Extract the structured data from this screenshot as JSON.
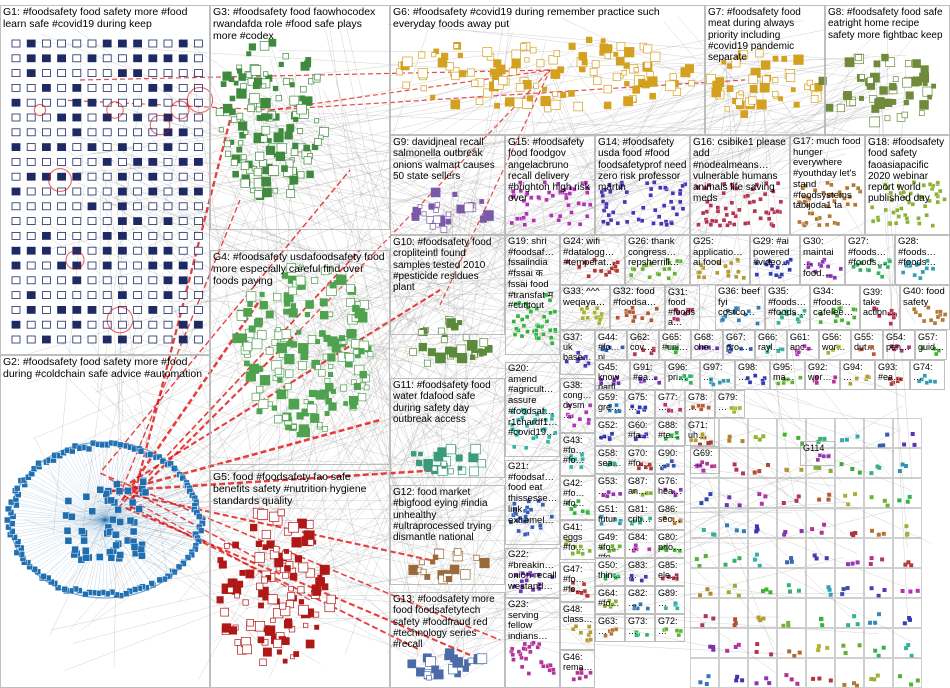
{
  "groups": [
    {
      "id": "G1",
      "label": "G1: #foodsafety food safety more #food learn safe #covid19 during keep"
    },
    {
      "id": "G2",
      "label": "G2: #foodsafety food safety more #food during #coldchain safe advice #automation"
    },
    {
      "id": "G3",
      "label": "G3: #foodsafety food faowhocodex rwandafda role #food safe plays more #codex"
    },
    {
      "id": "G4",
      "label": "G4: #foodsafety usdafoodsafety food more especially careful find over foods paying"
    },
    {
      "id": "G5",
      "label": "G5: food #foodsafety fao safe benefits safety #nutrition hygiene standards quality"
    },
    {
      "id": "G6",
      "label": "G6: #foodsafety #covid19 during remember practice such everyday foods away put"
    },
    {
      "id": "G7",
      "label": "G7: #foodsafety food meat during always priority including #covid19 pandemic separate"
    },
    {
      "id": "G8",
      "label": "G8: #foodsafety food safe eatright home recipe safety more fightbac keep"
    },
    {
      "id": "G9",
      "label": "G9: davidjneal recall salmonella outbreak onions walmart causes 50 state sellers"
    },
    {
      "id": "G10",
      "label": "G10: #foodsafety food cropliteintl found samples tested 2010 #pesticide residues plant"
    },
    {
      "id": "G11",
      "label": "G11: #foodsafety food water fdafood safe during safety day outbreak access"
    },
    {
      "id": "G12",
      "label": "G12: food market #bigfood eying #india unhealthy #ultraprocessed trying dismantle national"
    },
    {
      "id": "G13",
      "label": "G13: #foodsafety more food foodsafetytech safety #foodfraud red #technology series #recall"
    },
    {
      "id": "G14",
      "label": "G14: #foodsafety usda food #food foodsafetyprof need zero risk professor martin"
    },
    {
      "id": "G15",
      "label": "G15: #foodsafety food foodgov angelacbruno recall delivery #brighton high risk over"
    },
    {
      "id": "G16",
      "label": "G16: csibike1 please add #nodealmeans… vulnerable humans animals life saving meds"
    },
    {
      "id": "G17",
      "label": "G17: much food hunger everywhere #youthday let's stand #foodsystems tabijoda1 ta"
    },
    {
      "id": "G18",
      "label": "G18: #foodsafety food safety faoasiapacific 2020 webinar report world published day"
    },
    {
      "id": "G19",
      "label": "G19: shri #foodsaf… fssaiindia #fssai क fssai food #transfat म #cutitout"
    },
    {
      "id": "G20",
      "label": "G20: amend #agricult… assure #foodsaf… r1chardf1… #covid19…"
    },
    {
      "id": "G21",
      "label": "G21: #foodsaf… food eat thissesse… link extremel…"
    },
    {
      "id": "G22",
      "label": "G22: #breakin… onion recall westand…"
    },
    {
      "id": "G23",
      "label": "G23: serving fellow indians…"
    },
    {
      "id": "G24",
      "label": "G24: wifi #datalogg… #temperat…"
    },
    {
      "id": "G25",
      "label": "G25: applicatio… ai food"
    },
    {
      "id": "G26",
      "label": "G26: thank congress… repsherrill…"
    },
    {
      "id": "G27",
      "label": "G27: #foods… #foods…"
    },
    {
      "id": "G28",
      "label": "G28: #foods… #foods…"
    },
    {
      "id": "G29",
      "label": "G29: #ai powered #video…"
    },
    {
      "id": "G30",
      "label": "G30: maintai… food…"
    },
    {
      "id": "G31",
      "label": "G31: food #foodsa…"
    },
    {
      "id": "G32",
      "label": "G32: food #foodsa…"
    },
    {
      "id": "G33",
      "label": "G33: ^^^ weqaya…"
    },
    {
      "id": "G34",
      "label": "G34: #foods… cafelee…"
    },
    {
      "id": "G35",
      "label": "G35: #foods… #foods…"
    },
    {
      "id": "G36",
      "label": "G36: beef fyi costco…"
    },
    {
      "id": "G37",
      "label": "G37: uk base…"
    },
    {
      "id": "G38",
      "label": "G38: cong… dysm…"
    },
    {
      "id": "G39",
      "label": "G39: take action…"
    },
    {
      "id": "G40",
      "label": "G40: food safety"
    },
    {
      "id": "G41",
      "label": "G41: eggs #fo…"
    },
    {
      "id": "G42",
      "label": "G42: #fo… #fo…"
    },
    {
      "id": "G43",
      "label": "G43: #fo… #fo…"
    },
    {
      "id": "G44",
      "label": "G44: #fo… pi…"
    },
    {
      "id": "G45",
      "label": "G45: know parti…"
    },
    {
      "id": "G46",
      "label": "G46: rema…"
    },
    {
      "id": "G47",
      "label": "G47: #fo… #fo…"
    },
    {
      "id": "G48",
      "label": "G48: class…"
    },
    {
      "id": "G49",
      "label": "G49: #fo… #fo…"
    },
    {
      "id": "G50",
      "label": "G50: thin…"
    },
    {
      "id": "G51",
      "label": "G51: futur…"
    },
    {
      "id": "G52",
      "label": "G52: …"
    },
    {
      "id": "G53",
      "label": "G53: …"
    },
    {
      "id": "G54",
      "label": "G54: pen…"
    },
    {
      "id": "G55",
      "label": "G55: dut…"
    },
    {
      "id": "G56",
      "label": "G56: wor…"
    },
    {
      "id": "G57",
      "label": "G57: guid…"
    },
    {
      "id": "G58",
      "label": "G58: sea…"
    },
    {
      "id": "G59",
      "label": "G59: gre…"
    },
    {
      "id": "G60",
      "label": "G60: #fa…"
    },
    {
      "id": "G61",
      "label": "G61: anc…"
    },
    {
      "id": "G62",
      "label": "G62: cov…"
    },
    {
      "id": "G63",
      "label": "G63: …"
    },
    {
      "id": "G64",
      "label": "G64: #fo…"
    },
    {
      "id": "G65",
      "label": "G65: #uni…"
    },
    {
      "id": "G66",
      "label": "G66: rayl…"
    },
    {
      "id": "G67",
      "label": "G67: pro…"
    },
    {
      "id": "G68",
      "label": "G68: che…"
    },
    {
      "id": "G69",
      "label": "G69: …"
    },
    {
      "id": "G70",
      "label": "G70: #fo…"
    },
    {
      "id": "G71",
      "label": "G71: uh…"
    },
    {
      "id": "G72",
      "label": "G72: …"
    },
    {
      "id": "G73",
      "label": "G73: …"
    },
    {
      "id": "G74",
      "label": "G74: …"
    },
    {
      "id": "G75",
      "label": "G75: …"
    },
    {
      "id": "G76",
      "label": "G76: hea…"
    },
    {
      "id": "G77",
      "label": "G77: …"
    },
    {
      "id": "G78",
      "label": "G78: …"
    },
    {
      "id": "G79",
      "label": "G79: …"
    },
    {
      "id": "G80",
      "label": "G80: prio…"
    },
    {
      "id": "G81",
      "label": "G81: criti…"
    },
    {
      "id": "G82",
      "label": "G82: …"
    },
    {
      "id": "G83",
      "label": "G83: …"
    },
    {
      "id": "G84",
      "label": "G84: …"
    },
    {
      "id": "G85",
      "label": "G85: ele…"
    },
    {
      "id": "G86",
      "label": "G86: sec…"
    },
    {
      "id": "G87",
      "label": "G87: an…"
    },
    {
      "id": "G88",
      "label": "G88: #te…"
    },
    {
      "id": "G89",
      "label": "G89: …"
    },
    {
      "id": "G90",
      "label": "G90: …"
    },
    {
      "id": "G91",
      "label": "G91: #ea…"
    },
    {
      "id": "G92",
      "label": "G92: wor…"
    },
    {
      "id": "G93",
      "label": "G93: #ea…"
    },
    {
      "id": "G94",
      "label": "G94: …"
    },
    {
      "id": "G95",
      "label": "G95: ma…"
    },
    {
      "id": "G96",
      "label": "G96: pri…"
    },
    {
      "id": "G97",
      "label": "G97: …"
    },
    {
      "id": "G98",
      "label": "G98: …"
    },
    {
      "id": "G114",
      "label": "G114"
    }
  ],
  "colors": {
    "separator": "#b0b0b0",
    "edge_gray": "#9a9a9a",
    "edge_red": "#e00000",
    "G1_node": "#1f2a64",
    "G2_node": "#1f6fb0",
    "G3_node": "#3f8a3f",
    "G4_node": "#4fa24f",
    "G5_node": "#b01818",
    "G6_node": "#d4a020",
    "G7_node": "#d4a020",
    "G8_node": "#6f8a3a"
  }
}
